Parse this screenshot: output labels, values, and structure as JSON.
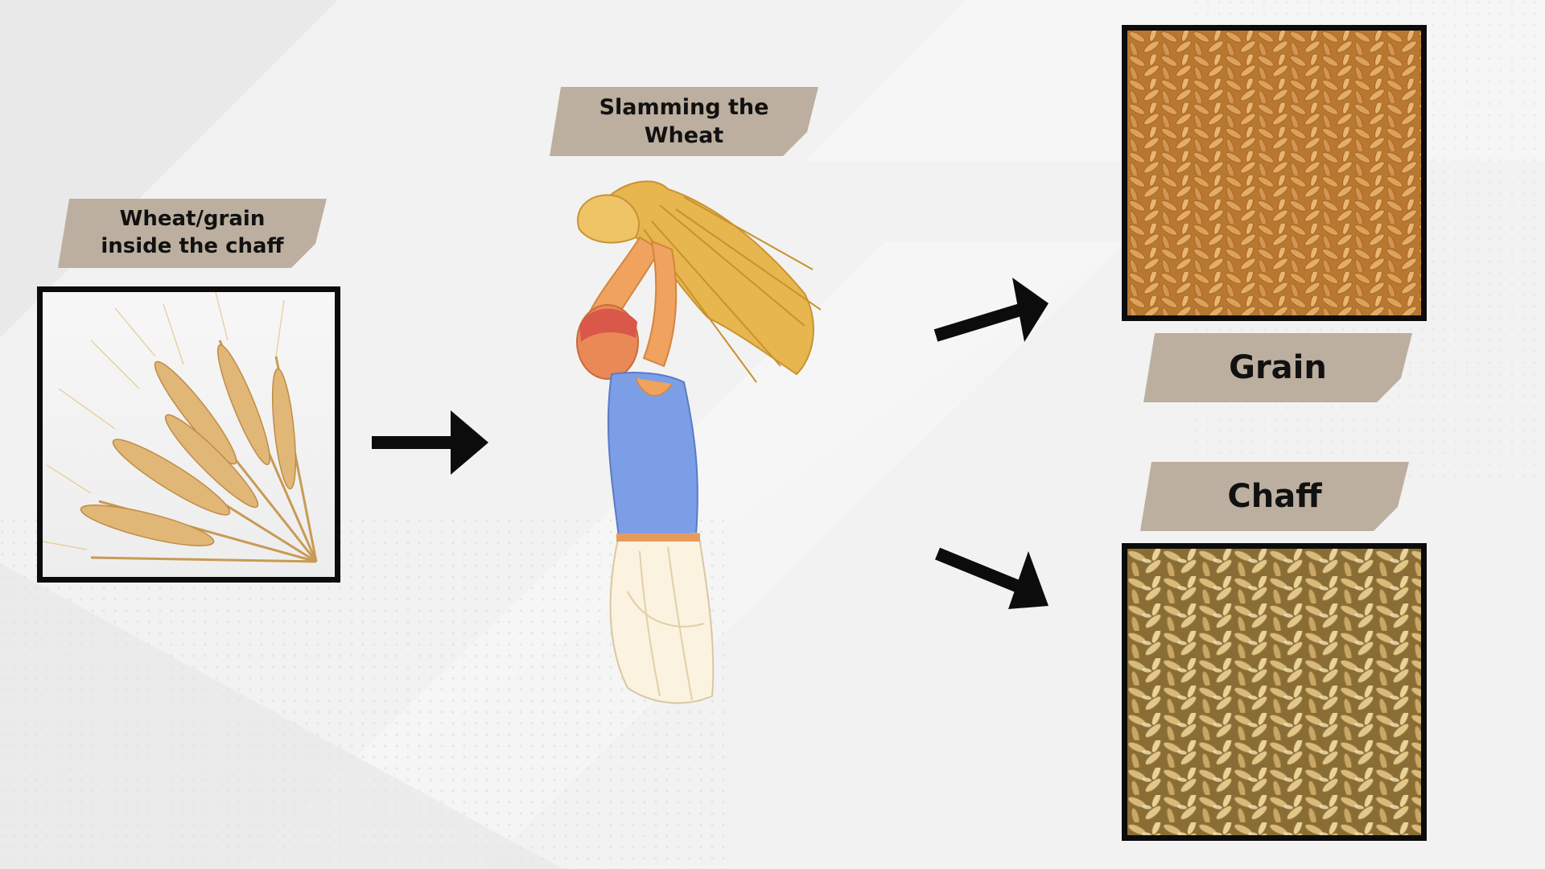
{
  "labels": {
    "input": [
      "Wheat/grain",
      "inside the chaff"
    ],
    "process": [
      "Slamming the",
      "Wheat"
    ],
    "grain": "Grain",
    "chaff": "Chaff"
  },
  "colors": {
    "background": "#f3f3f3",
    "label_fill": "#bcaf9f",
    "frame_border": "#0c0c0c",
    "arrow": "#0c0c0c",
    "grain_tone": "#c98a43",
    "chaff_tone": "#c9a865",
    "wheat_tone": "#e0b777",
    "shirt": "#7c9ee6",
    "dhoti": "#fbf3df"
  },
  "icons": [
    "wheat-bundle-image",
    "farmer-threshing-illustration",
    "grain-pile-image",
    "chaff-pile-image",
    "arrow-right-icon",
    "arrow-up-right-icon",
    "arrow-down-right-icon"
  ]
}
